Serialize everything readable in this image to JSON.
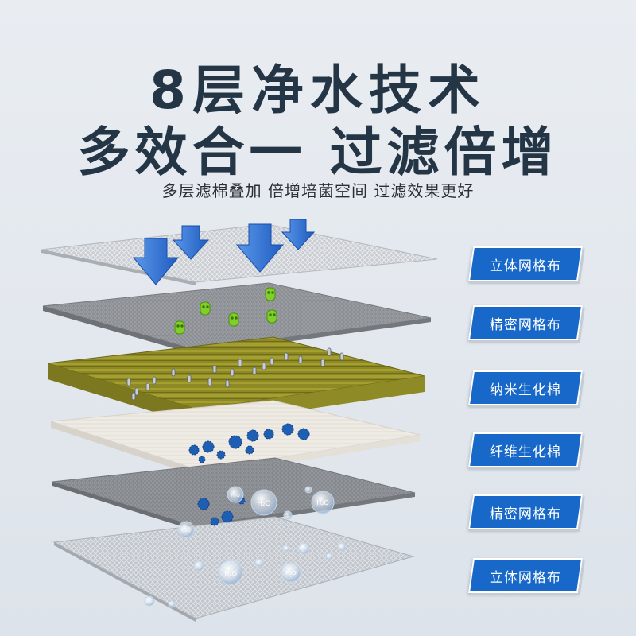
{
  "headline": {
    "line1": "8层净水技术",
    "line2": "多效合一  过滤倍增"
  },
  "subheadline": "多层滤棉叠加 倍增培菌空间 过滤效果更好",
  "molecule_label": "H₂O",
  "layers": [
    {
      "label": "立体网格布"
    },
    {
      "label": "精密网格布"
    },
    {
      "label": "纳米生化棉"
    },
    {
      "label": "纤维生化棉"
    },
    {
      "label": "精密网格布"
    },
    {
      "label": "立体网格布"
    }
  ],
  "colors": {
    "title": "#243545",
    "label_bg": "#1768c9",
    "label_text": "#ffffff",
    "arrow": "#2f6fd0",
    "bacteria_green": "#7fcf2a",
    "microbe_blue": "#1f5fb3"
  }
}
